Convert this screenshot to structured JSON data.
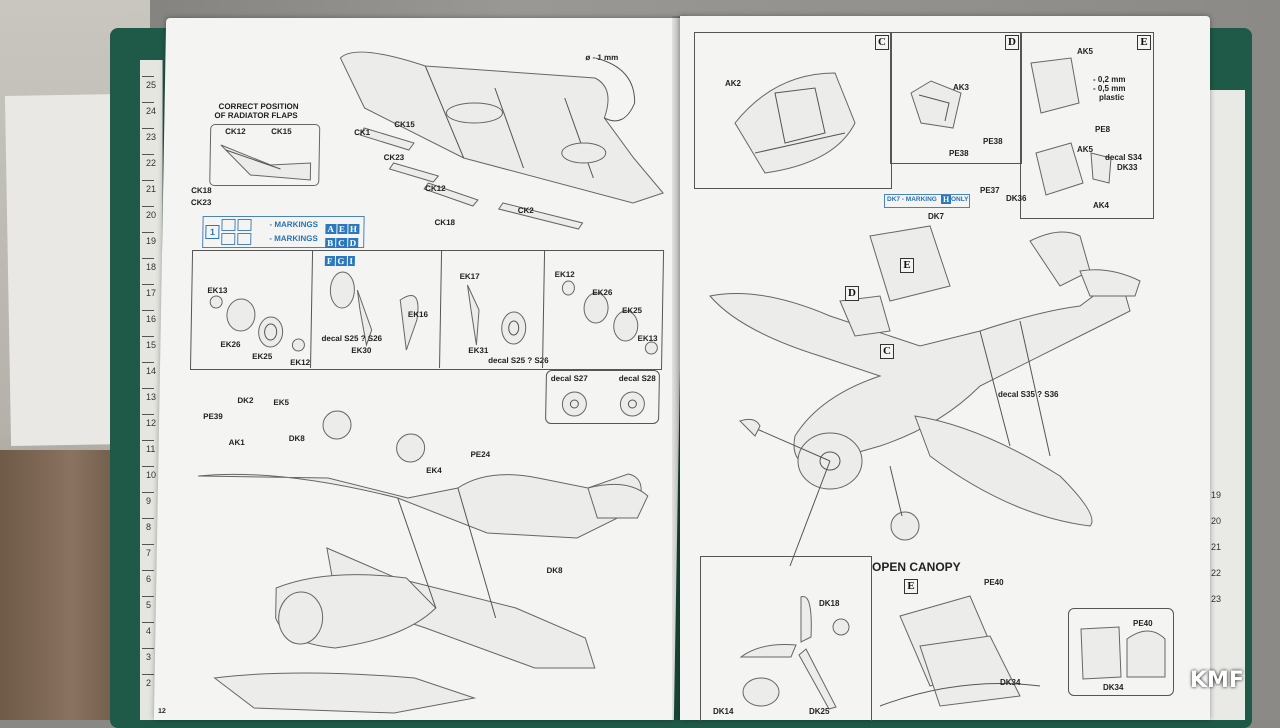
{
  "left_page": {
    "radiator_panel": {
      "title_line1": "CORRECT POSITION",
      "title_line2": "OF RADIATOR FLAPS",
      "labels": [
        "CK12",
        "CK15",
        "CK18",
        "CK23"
      ]
    },
    "top_labels": [
      "CK1",
      "CK15",
      "CK23",
      "CK12",
      "CK18",
      "CK2"
    ],
    "drill_note": "ø - 1 mm",
    "legend": {
      "num": "1",
      "row1_text": "- MARKINGS",
      "row1_letters": [
        "A",
        "E",
        "H"
      ],
      "row2_text": "- MARKINGS",
      "row2_letters": [
        "B",
        "C",
        "D",
        "F",
        "G",
        "I"
      ]
    },
    "wheel_panel_a": [
      "EK13",
      "EK26",
      "EK25",
      "EK12"
    ],
    "wheel_panel_b": [
      "EK16",
      "EK30",
      "decal S25 ? S26"
    ],
    "wheel_panel_c": [
      "EK17",
      "EK31",
      "decal S25 ? S26"
    ],
    "wheel_panel_d": [
      "EK12",
      "EK26",
      "EK25",
      "EK13"
    ],
    "decal_panel": [
      "decal S27",
      "decal S28"
    ],
    "bottom_labels": [
      "DK2",
      "PE39",
      "EK5",
      "AK1",
      "DK8",
      "PE24",
      "EK4",
      "DK8"
    ]
  },
  "right_page": {
    "panel_c_letter": "C",
    "panel_c_labels": [
      "AK2"
    ],
    "panel_d_letter": "D",
    "panel_d_labels": [
      "AK3",
      "PE38",
      "PE38"
    ],
    "panel_e_letter": "E",
    "panel_e_labels": [
      "AK5",
      "- 0,2 mm",
      "- 0,5 mm",
      "plastic",
      "PE8",
      "AK5",
      "decal S34",
      "DK33",
      "AK4"
    ],
    "marking_note_prefix": "DK7 - MARKING",
    "marking_note_letter": "H",
    "marking_note_suffix": "ONLY",
    "main_labels": [
      "DK7",
      "PE37",
      "DK36",
      "E",
      "D",
      "C",
      "decal S35 ? S36"
    ],
    "open_canopy_title": "OPEN CANOPY",
    "open_canopy_letter": "E",
    "open_canopy_labels": [
      "PE40",
      "DK34"
    ],
    "inset_labels": [
      "PE40",
      "DK34"
    ],
    "propeller_labels": [
      "DK18",
      "DK14",
      "DK25"
    ]
  },
  "ruler_numbers": [
    "25",
    "24",
    "23",
    "22",
    "21",
    "20",
    "19",
    "18",
    "17",
    "16",
    "15",
    "14",
    "13",
    "12",
    "11",
    "10",
    "9",
    "8",
    "7",
    "6",
    "5",
    "4",
    "3",
    "2"
  ],
  "right_ruler_numbers": [
    "19",
    "20",
    "21",
    "22",
    "23"
  ],
  "page_number": "12",
  "watermark": "KMF"
}
